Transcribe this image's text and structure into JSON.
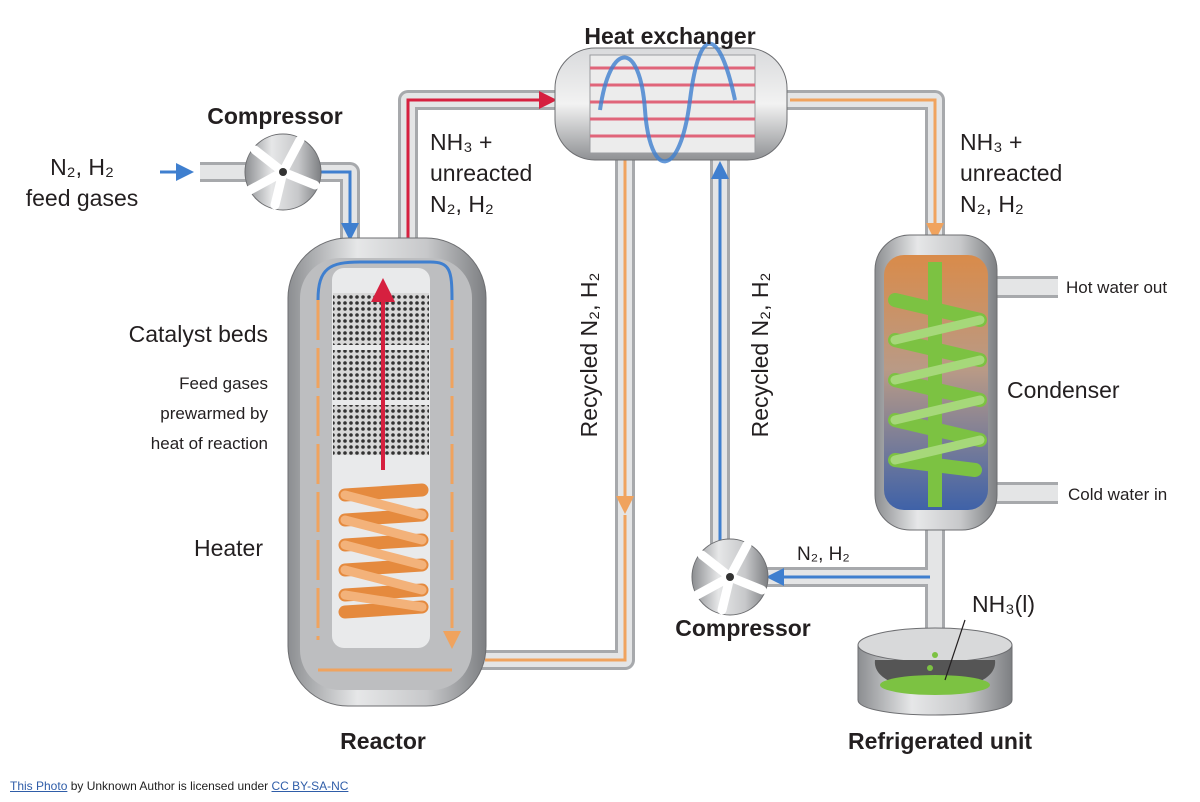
{
  "labels": {
    "heat_exchanger": "Heat exchanger",
    "compressor_top": "Compressor",
    "feed_line1": "N₂, H₂",
    "feed_line2": "feed gases",
    "reactor_out_1": "NH₃ +",
    "reactor_out_2": "unreacted",
    "reactor_out_3": "N₂, H₂",
    "hx_out_1": "NH₃ +",
    "hx_out_2": "unreacted",
    "hx_out_3": "N₂, H₂",
    "catalyst_beds": "Catalyst beds",
    "prewarm_1": "Feed gases",
    "prewarm_2": "prewarmed by",
    "prewarm_3": "heat of reaction",
    "heater": "Heater",
    "recycled_left": "Recycled N₂, H₂",
    "recycled_right": "Recycled N₂, H₂",
    "hot_water_out": "Hot water out",
    "condenser": "Condenser",
    "cold_water_in": "Cold water in",
    "n2h2_return": "N₂, H₂",
    "compressor_bottom": "Compressor",
    "nh3_liquid": "NH₃(l)",
    "reactor": "Reactor",
    "refrigerated_unit": "Refrigerated unit"
  },
  "footer": {
    "link1": "This Photo",
    "middle": " by Unknown Author is licensed under ",
    "link2": "CC BY-SA-NC"
  },
  "colors": {
    "hot_flow": "#d6203f",
    "warm_flow": "#f0a35e",
    "cold_flow": "#3f7fcf",
    "liquid": "#7cc242"
  }
}
